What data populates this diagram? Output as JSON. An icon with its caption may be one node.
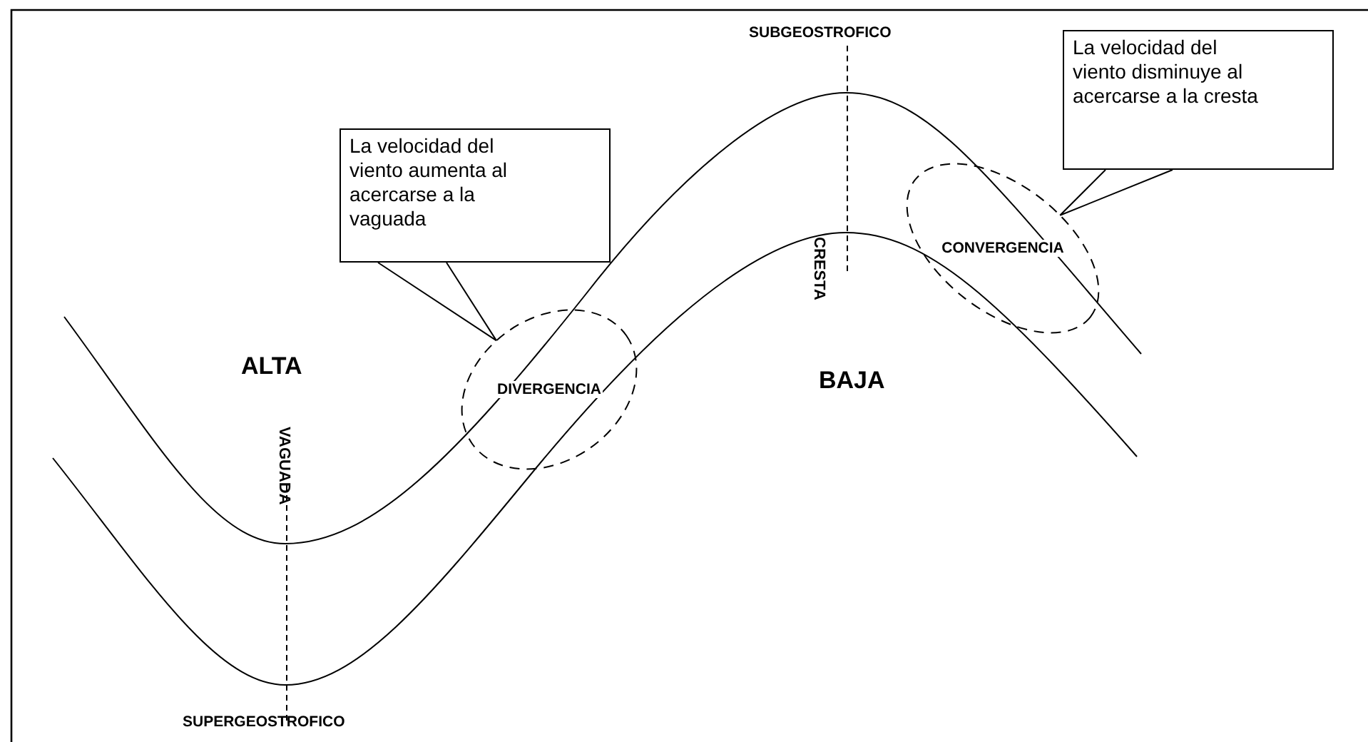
{
  "diagram": {
    "nodes": [
      {
        "text": [
          "La velocidad del viento aumenta al acercarse a la vaguada"
        ]
      },
      {
        "text": [
          "La velocidad del viento disminuye al acercarse a la cresta"
        ]
      },
      {
        "text": [
          "DIVERGENCIA"
        ]
      },
      {
        "text": [
          "CONVERGENCIA"
        ]
      }
    ],
    "edges": [
      {
        "from": 0,
        "to": 2,
        "arrow": "none"
      },
      {
        "from": 1,
        "to": 3,
        "arrow": "none"
      }
    ],
    "labels": [
      "SUBGEOSTROFICO",
      "ALTA",
      "CRESTA",
      "BAJA",
      "VAGUADA",
      "SUPERGEOSTROFICO"
    ]
  }
}
